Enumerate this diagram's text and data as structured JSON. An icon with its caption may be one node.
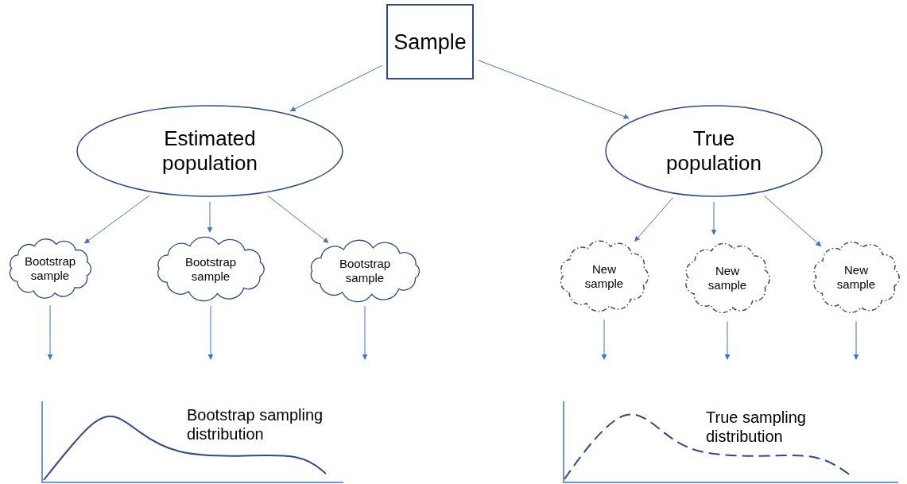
{
  "diagram": {
    "nodes": [
      {
        "text": [
          "Sample"
        ]
      },
      {
        "text": [
          "Estimated population"
        ]
      },
      {
        "text": [
          "True population"
        ]
      },
      {
        "text": [
          "Bootstrap sample"
        ]
      },
      {
        "text": [
          "Bootstrap sample"
        ]
      },
      {
        "text": [
          "Bootstrap sample"
        ]
      },
      {
        "text": [
          "New sample"
        ]
      },
      {
        "text": [
          "New sample"
        ]
      },
      {
        "text": [
          "New sample"
        ]
      },
      {
        "text": [
          "Bootstrap sampling distribution"
        ]
      },
      {
        "text": [
          "True sampling distribution"
        ]
      }
    ],
    "edges": [
      {
        "from": 0,
        "to": 1,
        "arrow": "to"
      },
      {
        "from": 0,
        "to": 2,
        "arrow": "to"
      },
      {
        "from": 1,
        "to": 3,
        "arrow": "to"
      },
      {
        "from": 1,
        "to": 4,
        "arrow": "to"
      },
      {
        "from": 1,
        "to": 5,
        "arrow": "to"
      },
      {
        "from": 2,
        "to": 6,
        "arrow": "to"
      },
      {
        "from": 2,
        "to": 7,
        "arrow": "to"
      },
      {
        "from": 2,
        "to": 8,
        "arrow": "to"
      },
      {
        "from": 3,
        "to": 9,
        "arrow": "to"
      },
      {
        "from": 4,
        "to": 9,
        "arrow": "to"
      },
      {
        "from": 5,
        "to": 9,
        "arrow": "to"
      },
      {
        "from": 6,
        "to": 10,
        "arrow": "to"
      },
      {
        "from": 7,
        "to": 10,
        "arrow": "to"
      },
      {
        "from": 8,
        "to": 10,
        "arrow": "to"
      }
    ]
  }
}
